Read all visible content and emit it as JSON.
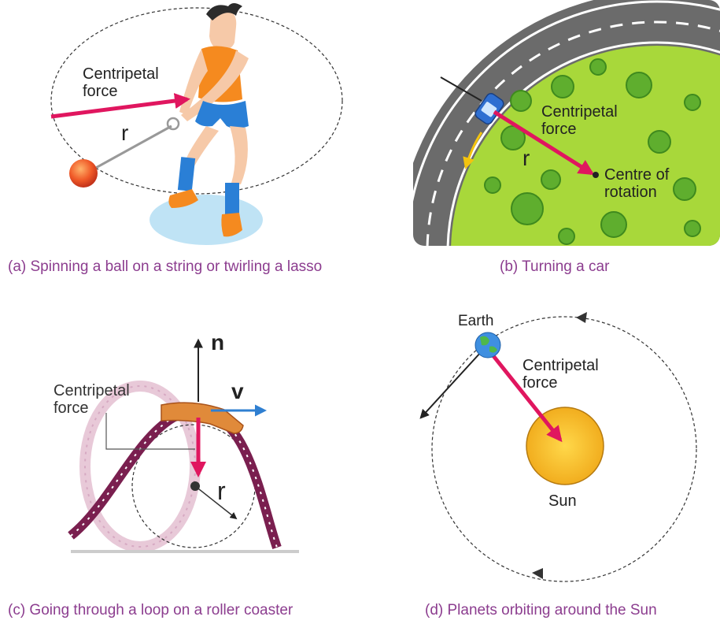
{
  "colors": {
    "force": "#e0165f",
    "caption": "#8c3d8f",
    "sun": "#f5b81c",
    "grass": "#a8d83a",
    "road": "#6b6b6b",
    "coaster": "#7a1f4f",
    "velocity": "#2f7fd1"
  },
  "panel_a": {
    "label_force": [
      "Centripetal",
      "force"
    ],
    "label_radius": "r",
    "caption": "(a) Spinning a ball on a string or twirling a lasso"
  },
  "panel_b": {
    "label_force": [
      "Centripetal",
      "force"
    ],
    "label_radius": "r",
    "label_centre": [
      "Centre of",
      "rotation"
    ],
    "caption": "(b) Turning a car"
  },
  "panel_c": {
    "label_force": [
      "Centripetal",
      "force"
    ],
    "label_normal": "n",
    "label_velocity": "v",
    "label_radius": "r",
    "caption": "(c) Going through a loop on a roller coaster"
  },
  "panel_d": {
    "label_earth": "Earth",
    "label_force": [
      "Centripetal",
      "force"
    ],
    "label_sun": "Sun",
    "caption": "(d) Planets orbiting around the Sun"
  }
}
